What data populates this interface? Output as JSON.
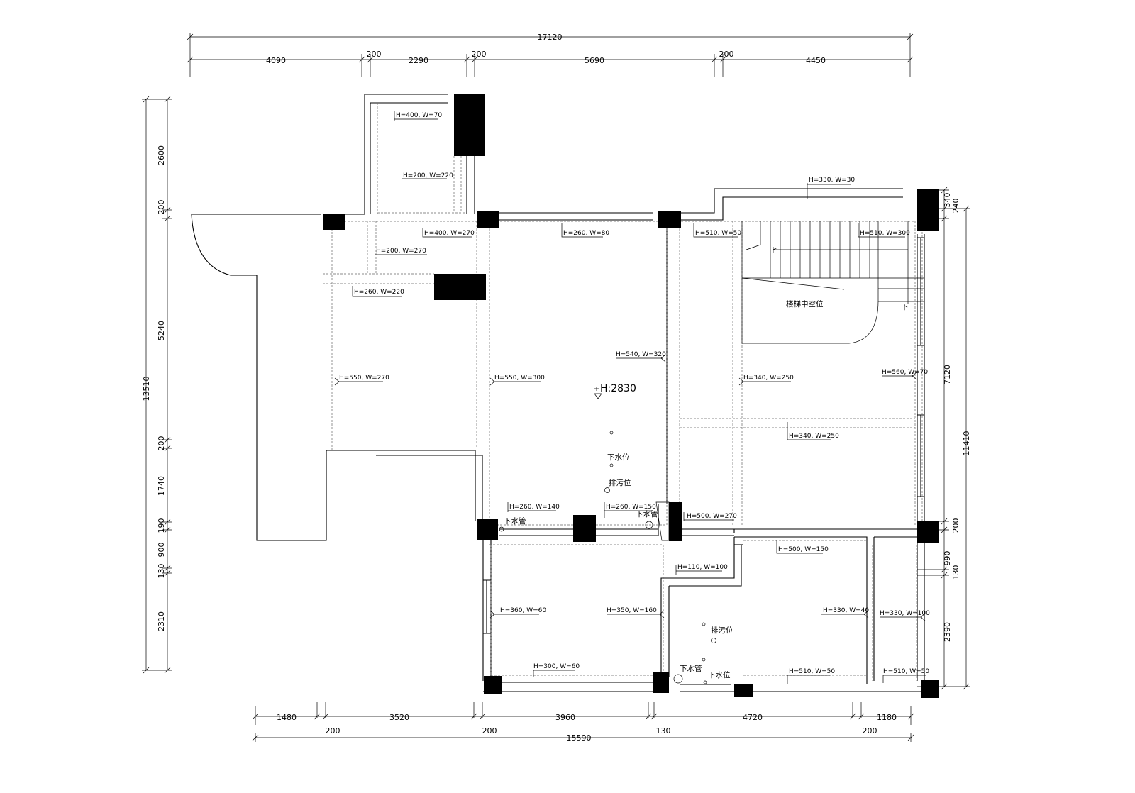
{
  "top_dims": {
    "total": "17120",
    "segments": [
      "4090",
      "200",
      "2290",
      "200",
      "5690",
      "200",
      "4450"
    ]
  },
  "bottom_dims": {
    "total": "15590",
    "upper": [
      "1480",
      "3520",
      "3960",
      "4720",
      "1180"
    ],
    "lower": [
      "200",
      "200",
      "130",
      "200"
    ]
  },
  "left_dims": {
    "total": "13510",
    "segments": [
      "2600",
      "200",
      "5240",
      "200",
      "1740",
      "190",
      "900",
      "130",
      "2310"
    ]
  },
  "right_dims": {
    "total": "11410",
    "segments": [
      "340",
      "240",
      "7120",
      "200",
      "990",
      "130",
      "2390"
    ]
  },
  "beams": [
    "H=400, W=70",
    "H=200, W=220",
    "H=400, W=270",
    "H=200, W=270",
    "H=260, W=220",
    "H=260, W=80",
    "H=510, W=50",
    "H=510, W=300",
    "H=330, W=30",
    "H=550, W=270",
    "H=550, W=300",
    "H=540, W=320",
    "H=340, W=250",
    "H=560, W=70",
    "H=340, W=250",
    "H=260, W=140",
    "H=260, W=150",
    "H=500, W=270",
    "H=500, W=150",
    "H=110, W=100",
    "H=360, W=60",
    "H=350, W=160",
    "H=330, W=40",
    "H=330, W=100",
    "H=300, W=60",
    "H=510, W=50",
    "H=510, W=50"
  ],
  "labels": {
    "height": "H:2830",
    "stair_void": "楼梯中空位",
    "stair_down": "下",
    "drain_1": "下水位",
    "sewage_1": "排污位",
    "pipe_1": "下水管",
    "pipe_2": "下水管",
    "pipe_3": "下水管",
    "sewage_2": "排污位",
    "drain_2": "下水位"
  }
}
